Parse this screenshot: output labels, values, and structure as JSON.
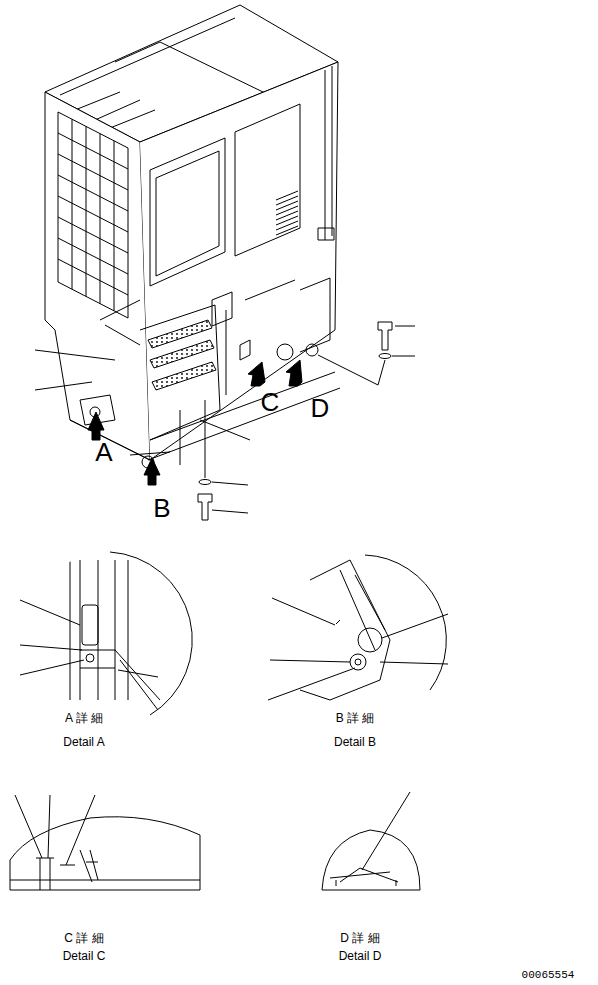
{
  "diagram": {
    "labels": [
      "A",
      "B",
      "C",
      "D",
      "A 詳 細",
      "Detail A",
      "B 詳 細",
      "Detail B",
      "C 詳 細",
      "Detail C",
      "D 詳 細",
      "Detail D",
      "00065554"
    ]
  }
}
